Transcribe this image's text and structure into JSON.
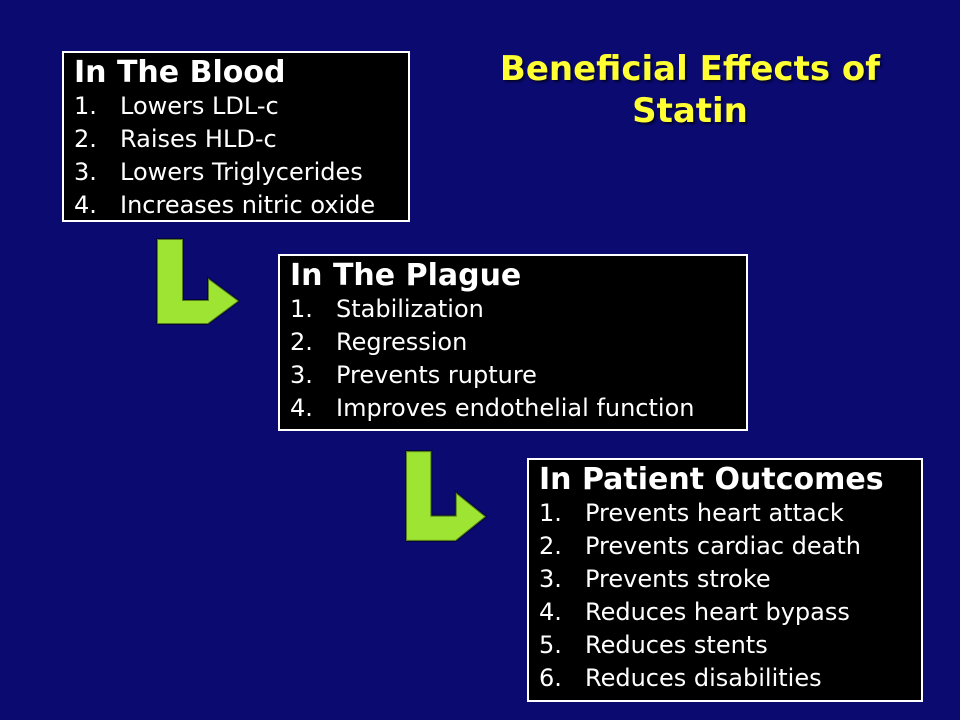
{
  "colors": {
    "background": "#0A0A70",
    "title": "#FFFF33",
    "box_bg": "#000000",
    "box_border": "#FFFFFF",
    "box_text": "#FFFFFF",
    "arrow": "#9DE532"
  },
  "title": {
    "line1": "Beneficial Effects of",
    "line2": "Statin"
  },
  "boxes": [
    {
      "heading": "In The Blood",
      "items": [
        {
          "num": "1.",
          "text": "Lowers LDL-c"
        },
        {
          "num": "2.",
          "text": "Raises HLD-c"
        },
        {
          "num": "3.",
          "text": "Lowers Triglycerides"
        },
        {
          "num": "4.",
          "text": "Increases nitric oxide"
        }
      ]
    },
    {
      "heading": "In The Plague",
      "items": [
        {
          "num": "1.",
          "text": "Stabilization"
        },
        {
          "num": "2.",
          "text": "Regression"
        },
        {
          "num": "3.",
          "text": "Prevents rupture"
        },
        {
          "num": "4.",
          "text": "Improves endothelial function"
        }
      ]
    },
    {
      "heading": "In Patient Outcomes",
      "items": [
        {
          "num": "1.",
          "text": "Prevents heart attack"
        },
        {
          "num": "2.",
          "text": "Prevents cardiac death"
        },
        {
          "num": "3.",
          "text": "Prevents stroke"
        },
        {
          "num": "4.",
          "text": "Reduces heart bypass"
        },
        {
          "num": "5.",
          "text": "Reduces stents"
        },
        {
          "num": "6.",
          "text": "Reduces disabilities"
        }
      ]
    }
  ]
}
